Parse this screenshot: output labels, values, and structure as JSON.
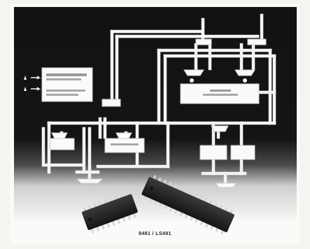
{
  "figure": {
    "caption": "8481 / LS481",
    "block_labels": {
      "interface": "",
      "interface_sub": "",
      "combiner": "",
      "reg_left": "",
      "reg_mid": "",
      "reg_right_a": "",
      "reg_right_b": "",
      "top_a": "",
      "top_b": "",
      "side_left": ""
    },
    "colors": {
      "background": "#141414",
      "bus": "#f3f3f1",
      "block": "#fafaf8",
      "chip": "#262626"
    },
    "chips": [
      "dual-in-line-package-small",
      "dual-in-line-package-large"
    ]
  }
}
